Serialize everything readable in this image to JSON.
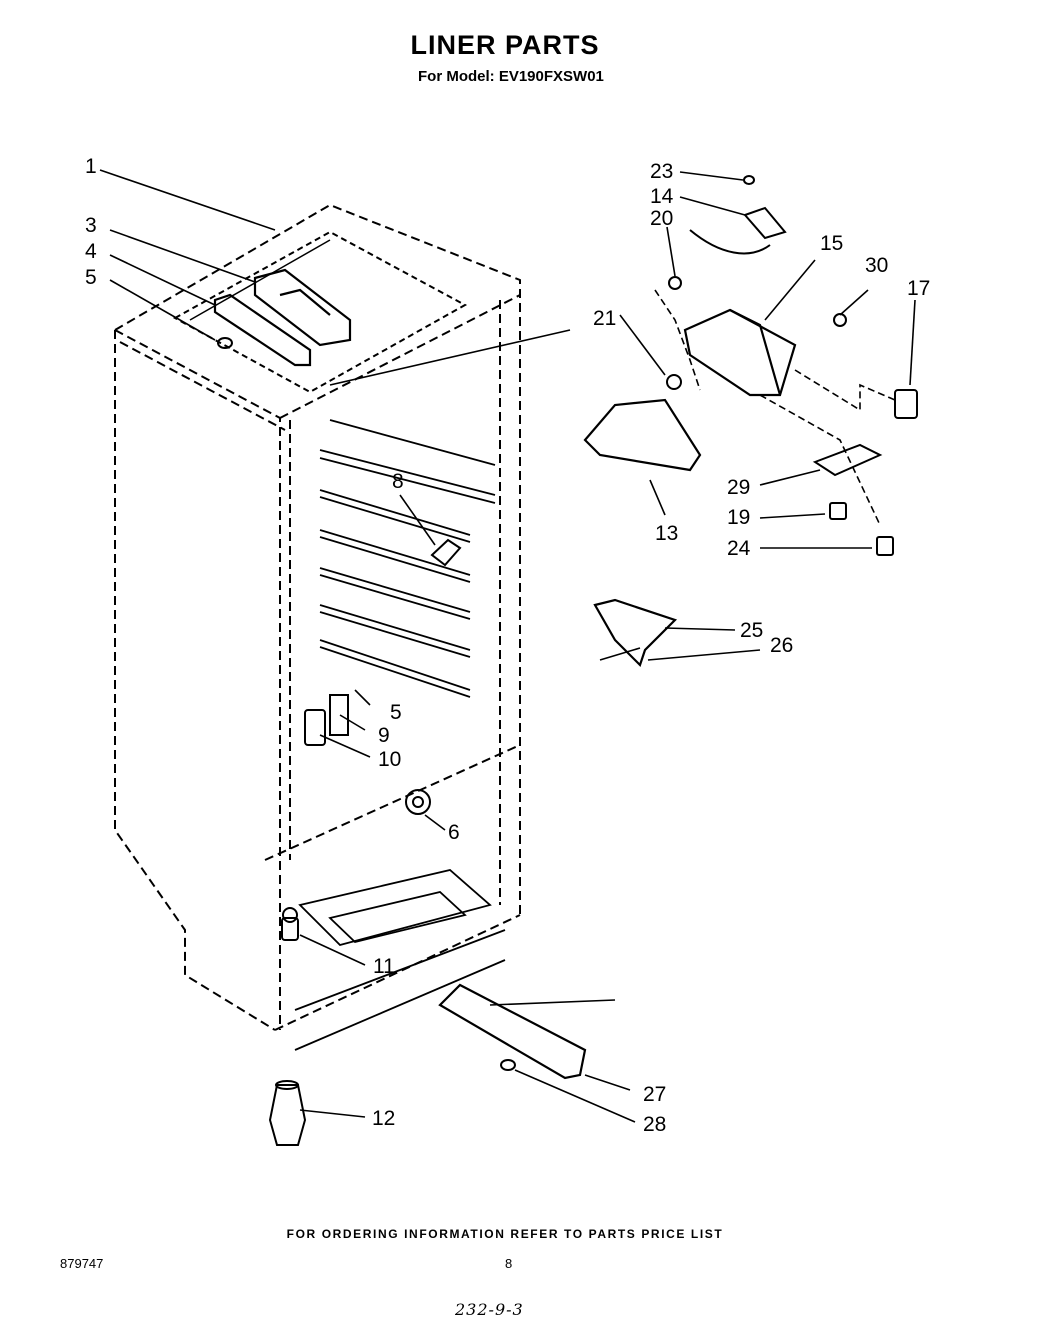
{
  "header": {
    "title": "LINER PARTS",
    "subtitle": "For Model: EV190FXSW01"
  },
  "callouts": [
    "1",
    "3",
    "4",
    "5",
    "23",
    "14",
    "20",
    "15",
    "30",
    "17",
    "21",
    "29",
    "19",
    "24",
    "13",
    "8",
    "25",
    "26",
    "5",
    "9",
    "10",
    "6",
    "11",
    "12",
    "27",
    "28"
  ],
  "footer": {
    "note": "FOR ORDERING INFORMATION REFER TO PARTS PRICE LIST",
    "doc_number": "879747",
    "page_number": "8",
    "handwritten": "232-9-3"
  }
}
